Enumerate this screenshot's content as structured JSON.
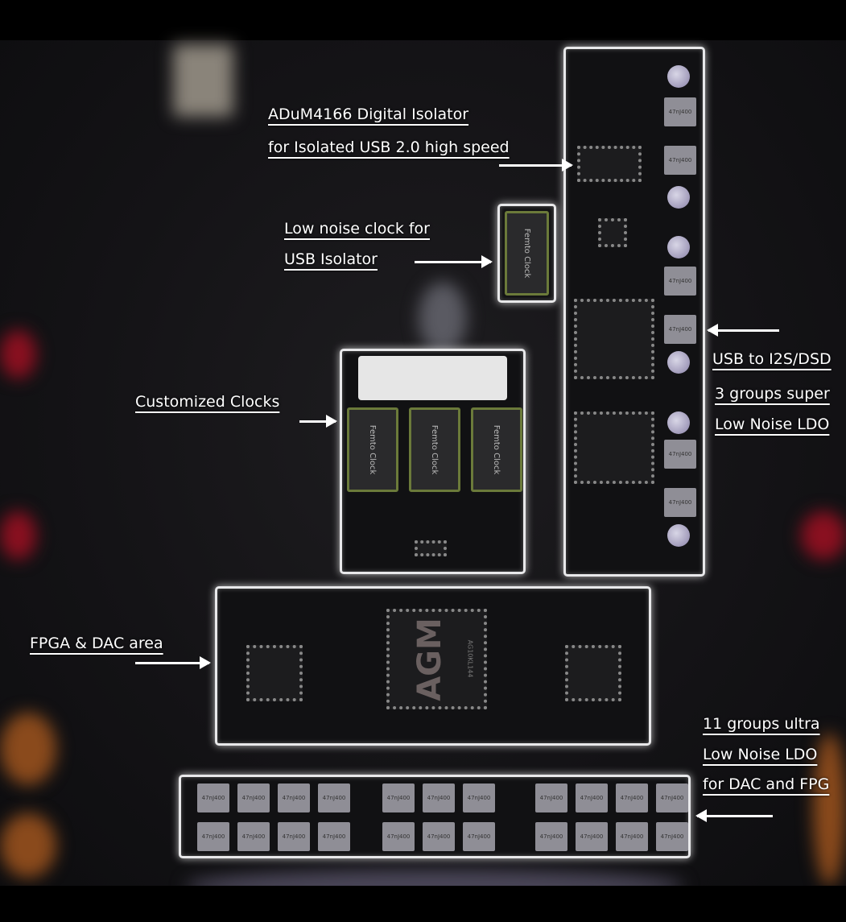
{
  "annotations": {
    "isolator": {
      "line1": "ADuM4166 Digital Isolator",
      "line2": "for Isolated USB 2.0 high speed"
    },
    "usb_clock": {
      "line1": "Low noise clock for",
      "line2": "USB Isolator"
    },
    "clocks": {
      "line1": "Customized Clocks"
    },
    "usb_i2s": {
      "line1": "USB to I2S/DSD",
      "line2": "3 groups super",
      "line3": "Low Noise LDO"
    },
    "fpga": {
      "line1": "FPGA & DAC area"
    },
    "ldo": {
      "line1": "11 groups ultra",
      "line2": "Low Noise LDO",
      "line3": "for DAC and FPG"
    }
  },
  "components": {
    "oscillator_label": "Femto Clock",
    "inductor_label": "47nJ400",
    "fpga_logo": "AGM",
    "fpga_part": "AG10KL144"
  },
  "colors": {
    "highlight_border": "#e8e8ea",
    "text": "#ffffff",
    "background": "#0b0b0c"
  }
}
